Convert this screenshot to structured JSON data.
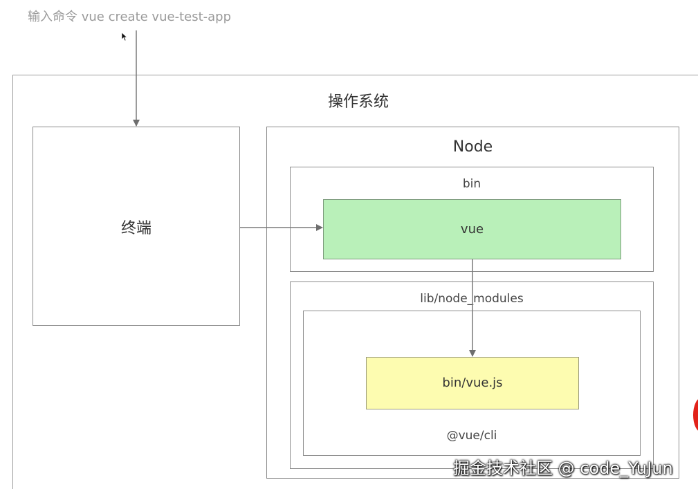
{
  "command": "输入命令 vue create vue-test-app",
  "os_title": "操作系统",
  "terminal_label": "终端",
  "node_title": "Node",
  "bin_title": "bin",
  "vue_label": "vue",
  "lib_title": "lib/node_modules",
  "vuejs_label": "bin/vue.js",
  "cli_label": "@vue/cli",
  "watermark": "掘金技术社区 @ code_YuJun",
  "colors": {
    "vue_fill": "#b9f0b9",
    "vuejs_fill": "#fdfcb0",
    "line": "#7a7a7a",
    "red_marker": "#e2231a"
  },
  "icons": {
    "cursor": "mouse-pointer-icon"
  }
}
